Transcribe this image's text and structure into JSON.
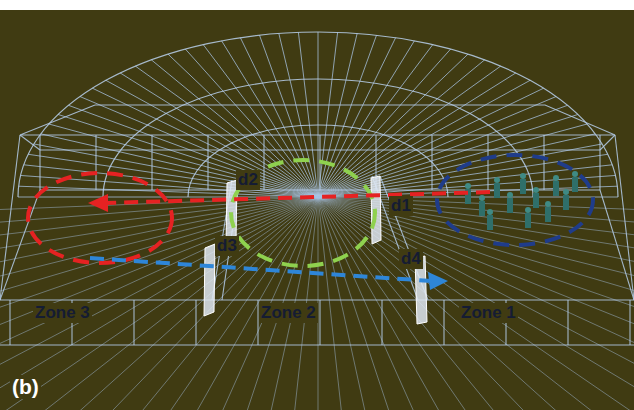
{
  "diagram": {
    "labels": [
      "d2",
      "d1",
      "d3",
      "d4",
      "Zone 3",
      "Zone 2",
      "Zone 1",
      "(b)"
    ]
  }
}
